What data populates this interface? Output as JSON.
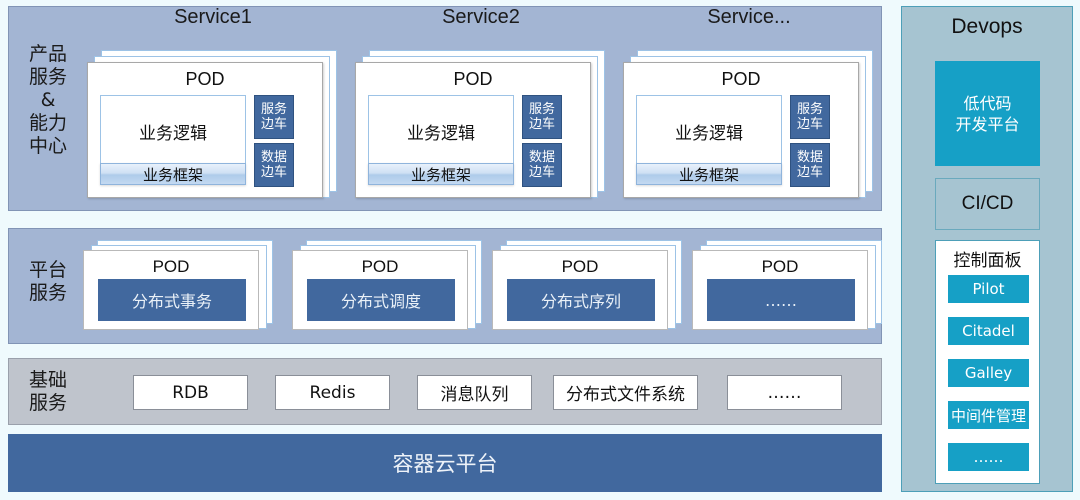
{
  "colors": {
    "page_background": "#effafd",
    "band_blue": "#a3b5d3",
    "band_gray": "#bfc4cc",
    "deep_blue": "#41689e",
    "teal": "#16a0c6",
    "devops_panel": "#a6c4d1",
    "devops_border": "#4d9fb8"
  },
  "bands": [
    {
      "label": "产品\n服务\n&\n能力\n中心"
    },
    {
      "label": "平台\n服务"
    },
    {
      "label": "基础\n服务"
    }
  ],
  "service_groups": [
    {
      "title": "Service1",
      "pod_title": "POD",
      "logic_label": "业务逻辑",
      "framework_label": "业务框架",
      "sidecars": [
        "服务\n边车",
        "数据\n边车"
      ]
    },
    {
      "title": "Service2",
      "pod_title": "POD",
      "logic_label": "业务逻辑",
      "framework_label": "业务框架",
      "sidecars": [
        "服务\n边车",
        "数据\n边车"
      ]
    },
    {
      "title": "Service...",
      "pod_title": "POD",
      "logic_label": "业务逻辑",
      "framework_label": "业务框架",
      "sidecars": [
        "服务\n边车",
        "数据\n边车"
      ]
    }
  ],
  "platform_pods": [
    {
      "pod_title": "POD",
      "service": "分布式事务"
    },
    {
      "pod_title": "POD",
      "service": "分布式调度"
    },
    {
      "pod_title": "POD",
      "service": "分布式序列"
    },
    {
      "pod_title": "POD",
      "service": "……"
    }
  ],
  "base_services": [
    {
      "label": "RDB"
    },
    {
      "label": "Redis"
    },
    {
      "label": "消息队列"
    },
    {
      "label": "分布式文件系统"
    },
    {
      "label": "……"
    }
  ],
  "container_cloud": {
    "label": "容器云平台"
  },
  "devops": {
    "title": "Devops",
    "lowcode_label": "低代码\n开发平台",
    "cicd_label": "CI/CD",
    "control_panel": {
      "title": "控制面板",
      "buttons": [
        {
          "label": "Pilot"
        },
        {
          "label": "Citadel"
        },
        {
          "label": "Galley"
        },
        {
          "label": "中间件管理"
        },
        {
          "label": "……"
        }
      ]
    }
  }
}
